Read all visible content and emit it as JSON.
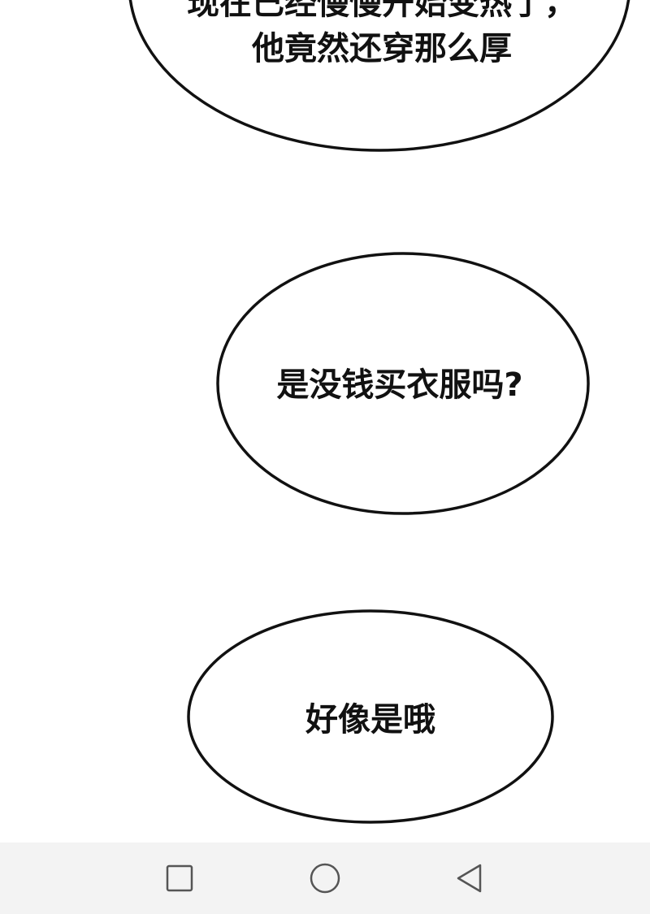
{
  "comic": {
    "bubbles": [
      {
        "lines": [
          "现在已经慢慢开始变热了，",
          "他竟然还穿那么厚"
        ]
      },
      {
        "lines": [
          "是没钱买衣服吗?"
        ]
      },
      {
        "lines": [
          "好像是哦"
        ]
      }
    ]
  },
  "navbar": {
    "background": "#f3f3f3",
    "icons": [
      "recent-apps-square-icon",
      "home-circle-icon",
      "back-triangle-icon"
    ]
  }
}
